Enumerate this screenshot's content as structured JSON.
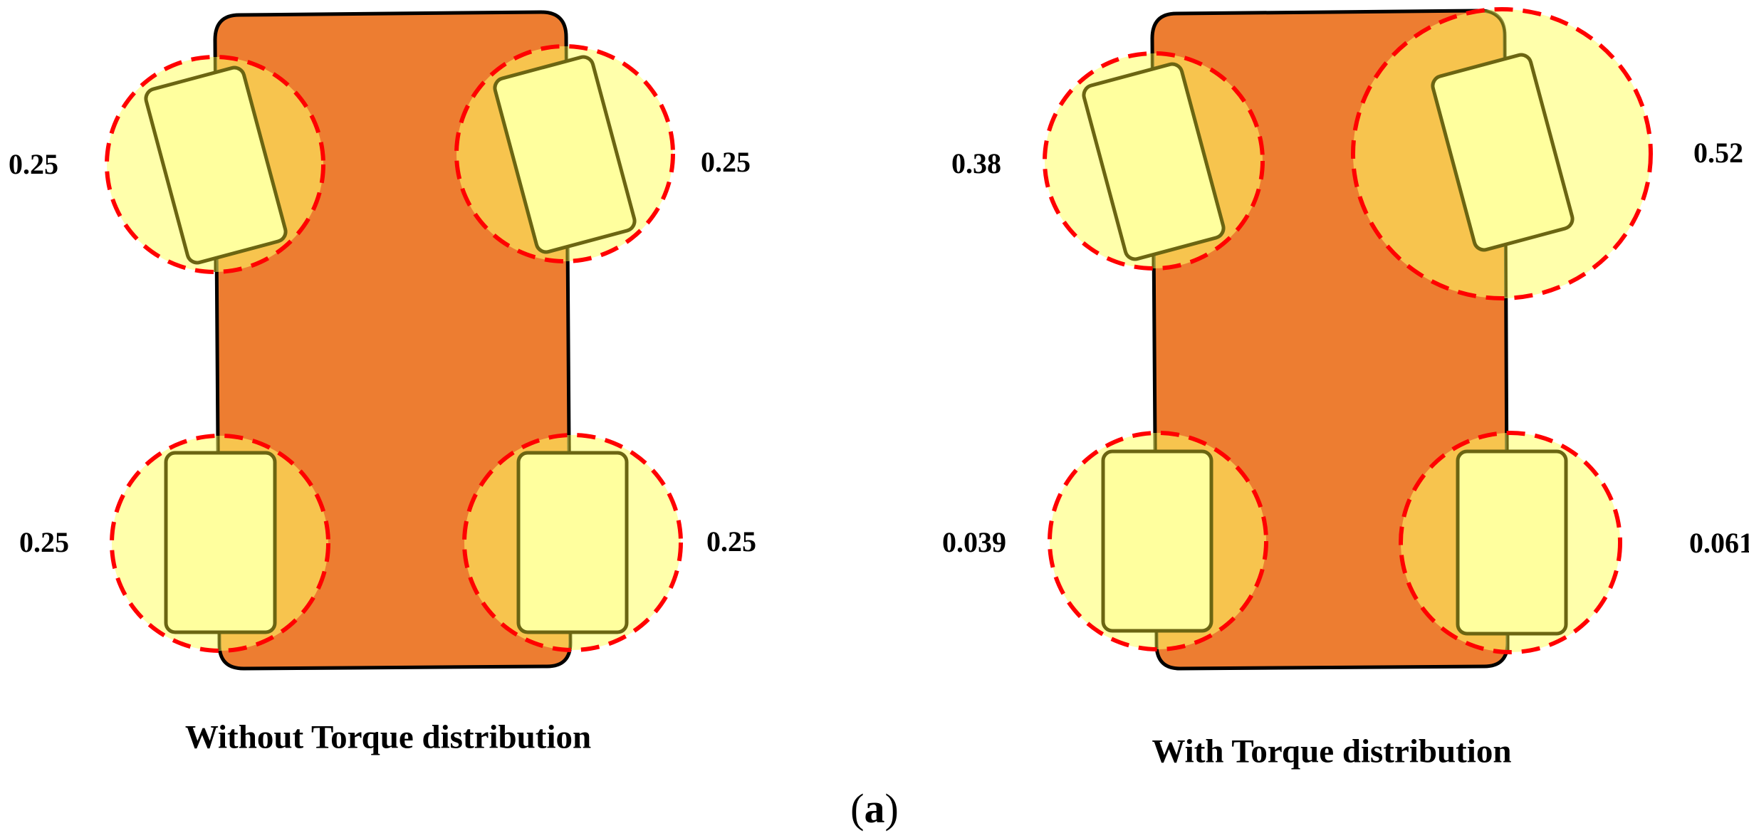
{
  "figure": {
    "panel_label_open": "(",
    "panel_label_letter": "a",
    "panel_label_close": ")",
    "colors": {
      "body": "#ED7D31",
      "zone_fill": "#FFFF66",
      "zone_outline": "#FF0000",
      "wheel_fill": "#FFFF9E",
      "wheel_stroke": "#6B6512"
    }
  },
  "panels": [
    {
      "title": "Without Torque distribution",
      "wheels": {
        "front_left": {
          "value": "0.25"
        },
        "front_right": {
          "value": "0.25"
        },
        "rear_left": {
          "value": "0.25"
        },
        "rear_right": {
          "value": "0.25"
        }
      }
    },
    {
      "title": "With Torque distribution",
      "wheels": {
        "front_left": {
          "value": "0.38"
        },
        "front_right": {
          "value": "0.52"
        },
        "rear_left": {
          "value": "0.039"
        },
        "rear_right": {
          "value": "0.061"
        }
      }
    }
  ]
}
